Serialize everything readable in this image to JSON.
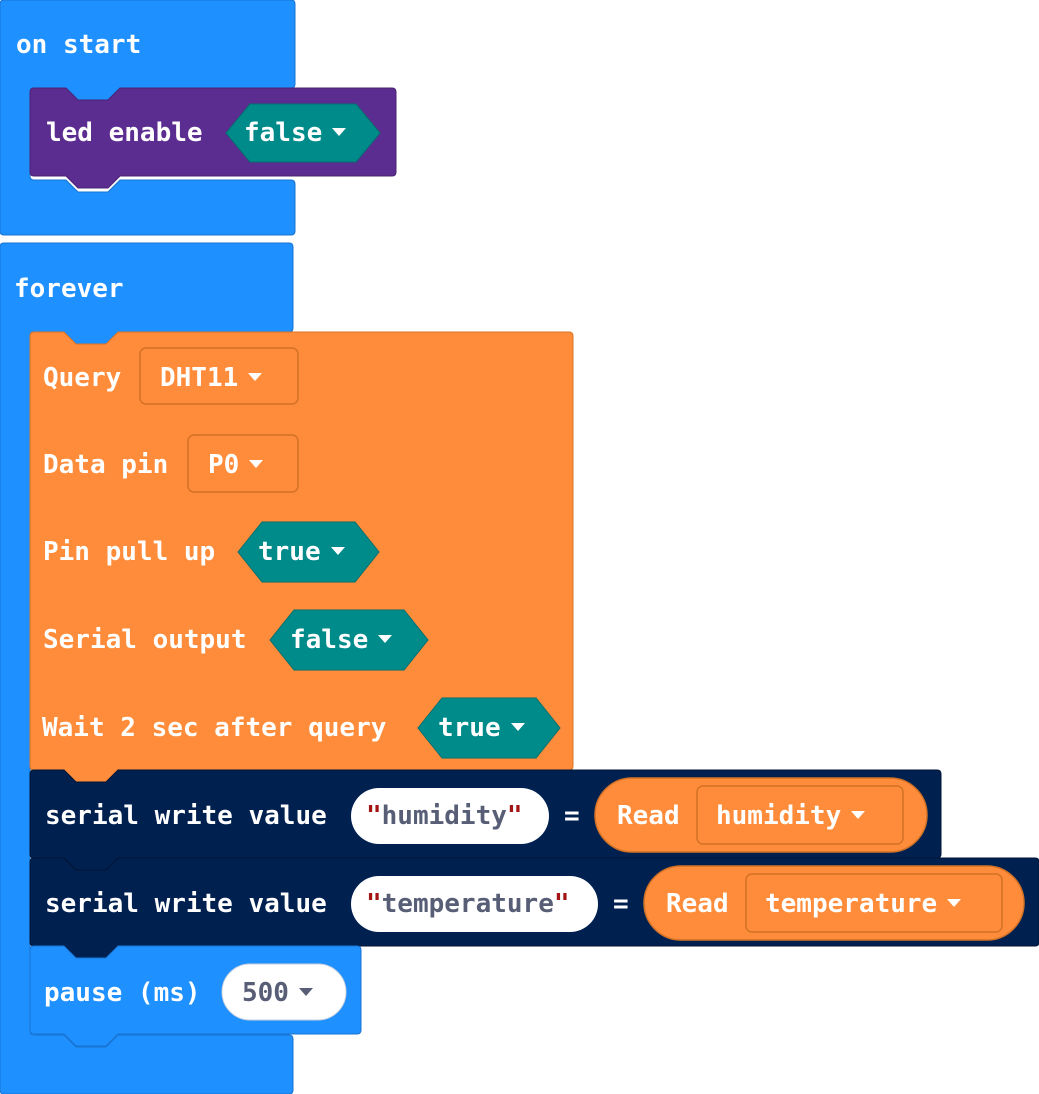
{
  "on_start": {
    "hat_label": "on start",
    "led_block": {
      "label": "led enable",
      "value": "false"
    }
  },
  "forever": {
    "hat_label": "forever",
    "dht_block": {
      "query_label": "Query",
      "sensor": "DHT11",
      "data_pin_label": "Data pin",
      "pin": "P0",
      "pull_up_label": "Pin pull up",
      "pull_up_value": "true",
      "serial_output_label": "Serial output",
      "serial_output_value": "false",
      "wait_label": "Wait 2 sec after query",
      "wait_value": "true"
    },
    "serial_humidity": {
      "label": "serial write value",
      "name": "humidity",
      "equals": "=",
      "read_label": "Read",
      "read_value": "humidity"
    },
    "serial_temperature": {
      "label": "serial write value",
      "name": "temperature",
      "equals": "=",
      "read_label": "Read",
      "read_value": "temperature"
    },
    "pause": {
      "label": "pause (ms)",
      "value": "500"
    }
  },
  "colors": {
    "loops": "#1e90ff",
    "led": "#5c2d91",
    "dht": "#ff8c3a",
    "serial": "#002050",
    "boolean": "#008b8b",
    "string_text": "#575e75",
    "quote": "#a31515"
  },
  "icons": [
    "dropdown-caret-icon"
  ]
}
